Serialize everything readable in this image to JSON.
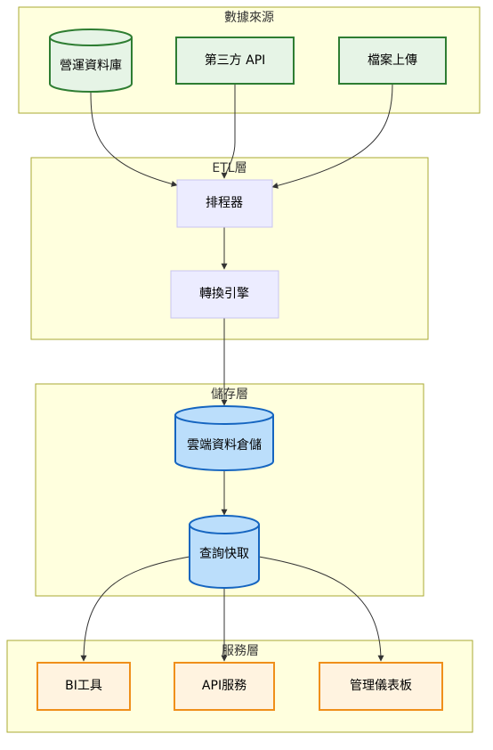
{
  "clusters": {
    "sources": "數據來源",
    "etl": "ETL層",
    "storage": "儲存層",
    "serving": "服務層"
  },
  "nodes": {
    "ops_db": "營運資料庫",
    "third_party_api": "第三方 API",
    "file_upload": "檔案上傳",
    "scheduler": "排程器",
    "transform_engine": "轉換引擎",
    "cloud_warehouse": "雲端資料倉儲",
    "query_cache": "查詢快取",
    "bi_tools": "BI工具",
    "api_service": "API服務",
    "dashboard": "管理儀表板"
  },
  "edges": [
    {
      "from": "營運資料庫",
      "to": "排程器"
    },
    {
      "from": "第三方 API",
      "to": "排程器"
    },
    {
      "from": "檔案上傳",
      "to": "排程器"
    },
    {
      "from": "排程器",
      "to": "轉換引擎"
    },
    {
      "from": "轉換引擎",
      "to": "雲端資料倉儲"
    },
    {
      "from": "雲端資料倉儲",
      "to": "查詢快取"
    },
    {
      "from": "查詢快取",
      "to": "BI工具"
    },
    {
      "from": "查詢快取",
      "to": "API服務"
    },
    {
      "from": "查詢快取",
      "to": "管理儀表板"
    }
  ]
}
